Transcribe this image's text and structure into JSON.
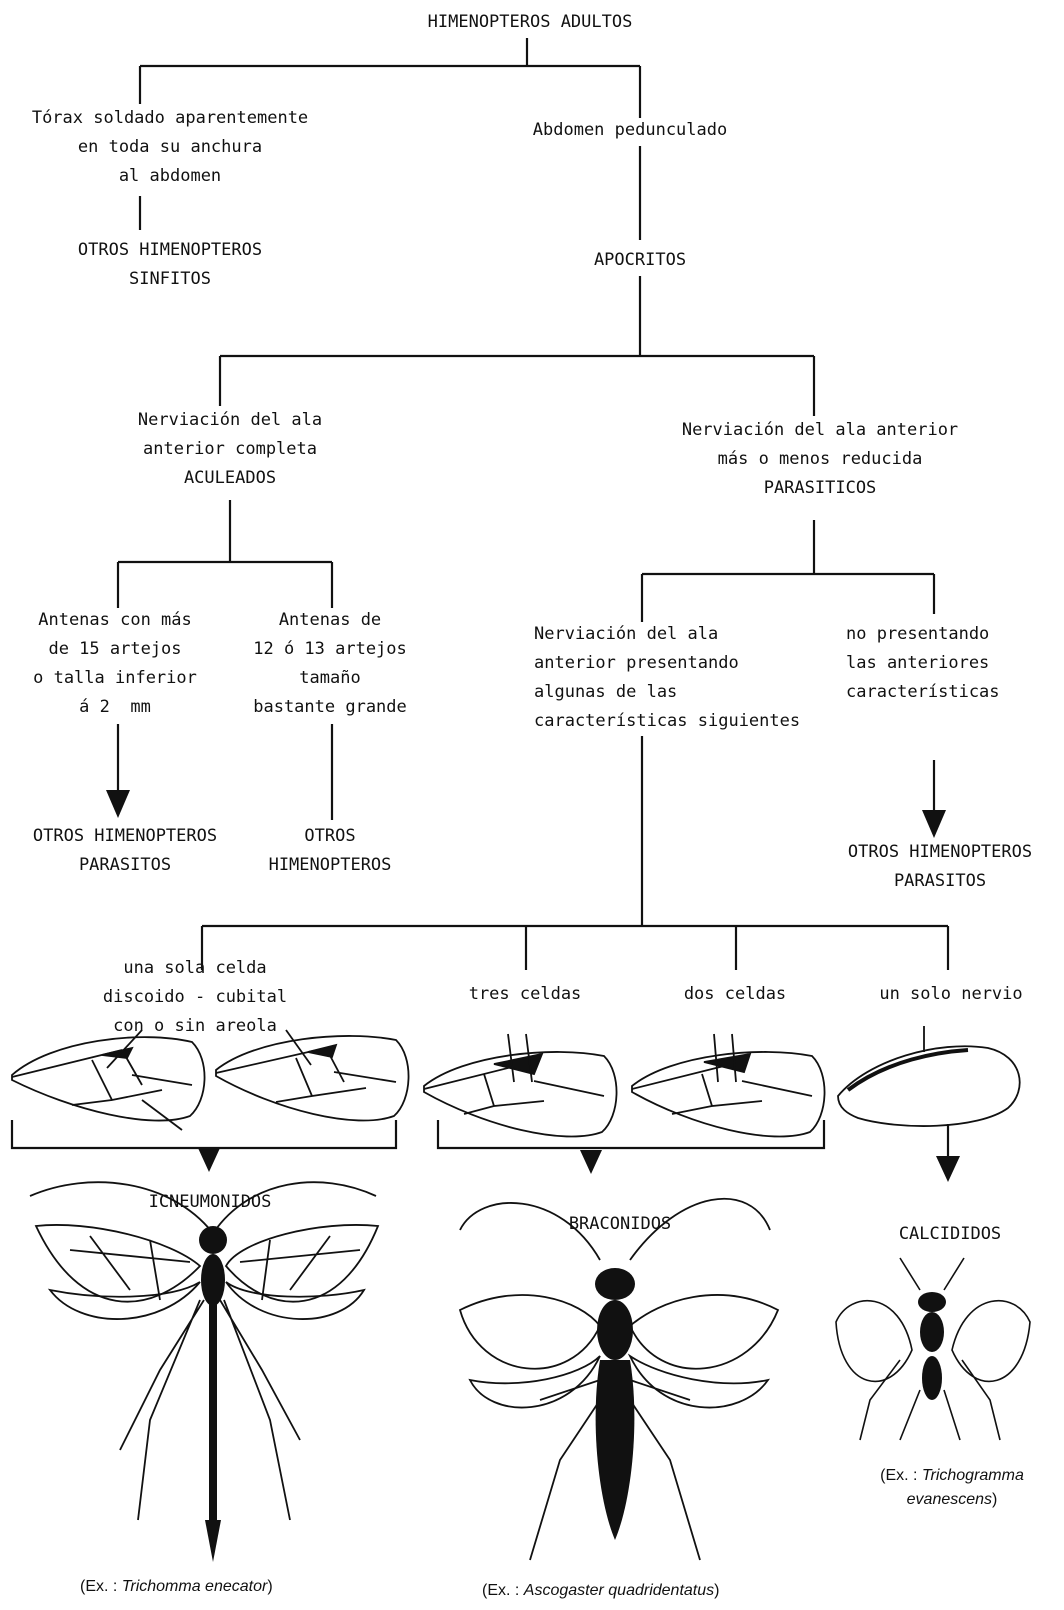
{
  "root": "HIMENOPTEROS ADULTOS",
  "left_branch": {
    "condition": "Tórax soldado aparentemente\nen toda su anchura\nal abdomen",
    "result": "OTROS HIMENOPTEROS\nSINFITOS"
  },
  "right_branch": {
    "condition": "Abdomen pedunculado",
    "result": "APOCRITOS"
  },
  "aculeados": {
    "condition": "Nerviación del ala\nanterior completa\nACULEADOS",
    "option_a": "Antenas con más\nde 15 artejos\no talla inferior\ná 2  mm",
    "result_a": "OTROS HIMENOPTEROS\nPARASITOS",
    "option_b": "Antenas de\n12 ó 13 artejos\ntamaño\nbastante grande",
    "result_b": "OTROS\nHIMENOPTEROS"
  },
  "parasiticos": {
    "condition": "Nerviación del ala anterior\nmás o menos reducida\nPARASITICOS",
    "option_a": "Nerviación del ala\nanterior presentando\nalgunas de las\ncaracterísticas siguientes",
    "option_b": "no presentando\nlas anteriores\ncaracterísticas",
    "result_b": "OTROS HIMENOPTEROS\nPARASITOS"
  },
  "wing_types": {
    "one_cell": "una sola celda\ndiscoido - cubital\ncon o sin areola",
    "three_cells": "tres celdas",
    "two_cells": "dos celdas",
    "one_vein": "un solo nervio"
  },
  "families": {
    "icneumonidos": "ICNEUMONIDOS",
    "braconidos": "BRACONIDOS",
    "calcididos": "CALCIDIDOS"
  },
  "examples": {
    "icneumonidos": {
      "prefix": "(Ex. : ",
      "species": "Trichomma enecator",
      "suffix": ")"
    },
    "braconidos": {
      "prefix": "(Ex. : ",
      "species": "Ascogaster quadridentatus",
      "suffix": ")"
    },
    "calcididos": {
      "prefix": "(Ex. : ",
      "species": "Trichogramma",
      "species2": "evanescens",
      "suffix": ")"
    }
  },
  "colors": {
    "ink": "#111111",
    "paper": "#ffffff"
  }
}
